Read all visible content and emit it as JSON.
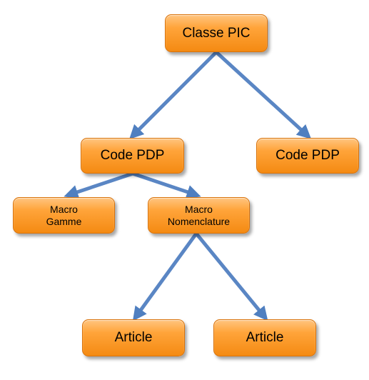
{
  "diagram": {
    "nodes": {
      "classe_pic": "Classe PIC",
      "code_pdp_left": "Code PDP",
      "code_pdp_right": "Code PDP",
      "macro_gamme": "Macro\nGamme",
      "macro_nomenclature": "Macro\nNomenclature",
      "article_left": "Article",
      "article_right": "Article"
    },
    "edges": [
      [
        "classe_pic",
        "code_pdp_left"
      ],
      [
        "classe_pic",
        "code_pdp_right"
      ],
      [
        "code_pdp_left",
        "macro_gamme"
      ],
      [
        "code_pdp_left",
        "macro_nomenclature"
      ],
      [
        "macro_nomenclature",
        "article_left"
      ],
      [
        "macro_nomenclature",
        "article_right"
      ]
    ],
    "colors": {
      "node_fill": "#f79a2a",
      "node_border": "#d9730b",
      "edge": "#5a86c4"
    }
  }
}
